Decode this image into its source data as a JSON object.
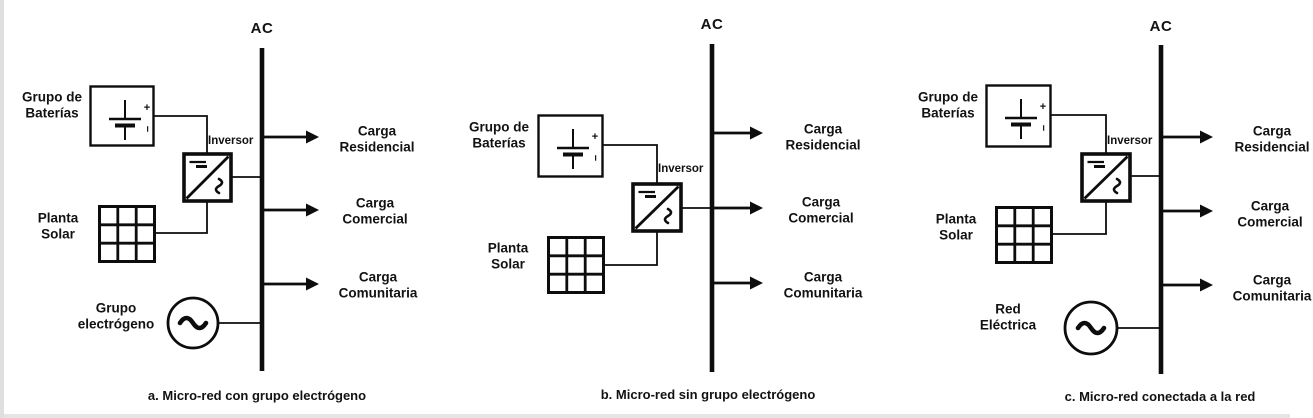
{
  "page": {
    "background": "#ffffff",
    "edge_color": "#e2e2e2",
    "ink_color": "#0d0d0d"
  },
  "battery_symbol": {
    "plus": "+",
    "minus": "−"
  },
  "panels": [
    {
      "bus_label": "AC",
      "inverter_label": "Inversor",
      "battery_label": "Grupo de\nBaterías",
      "solar_label": "Planta\nSolar",
      "generator_label": "Grupo\nelectrógeno",
      "loads": [
        "Carga\nResidencial",
        "Carga\nComercial",
        "Carga\nComunitaria"
      ],
      "caption": "a. Micro-red con grupo electrógeno"
    },
    {
      "bus_label": "AC",
      "inverter_label": "Inversor",
      "battery_label": "Grupo de\nBaterías",
      "solar_label": "Planta\nSolar",
      "loads": [
        "Carga\nResidencial",
        "Carga\nComercial",
        "Carga\nComunitaria"
      ],
      "caption": "b. Micro-red sin grupo electrógeno"
    },
    {
      "bus_label": "AC",
      "inverter_label": "Inversor",
      "battery_label": "Grupo de\nBaterías",
      "solar_label": "Planta\nSolar",
      "grid_label": "Red\nEléctrica",
      "loads": [
        "Carga\nResidencial",
        "Carga\nComercial",
        "Carga\nComunitaria"
      ],
      "caption": "c. Micro-red conectada a la red"
    }
  ]
}
